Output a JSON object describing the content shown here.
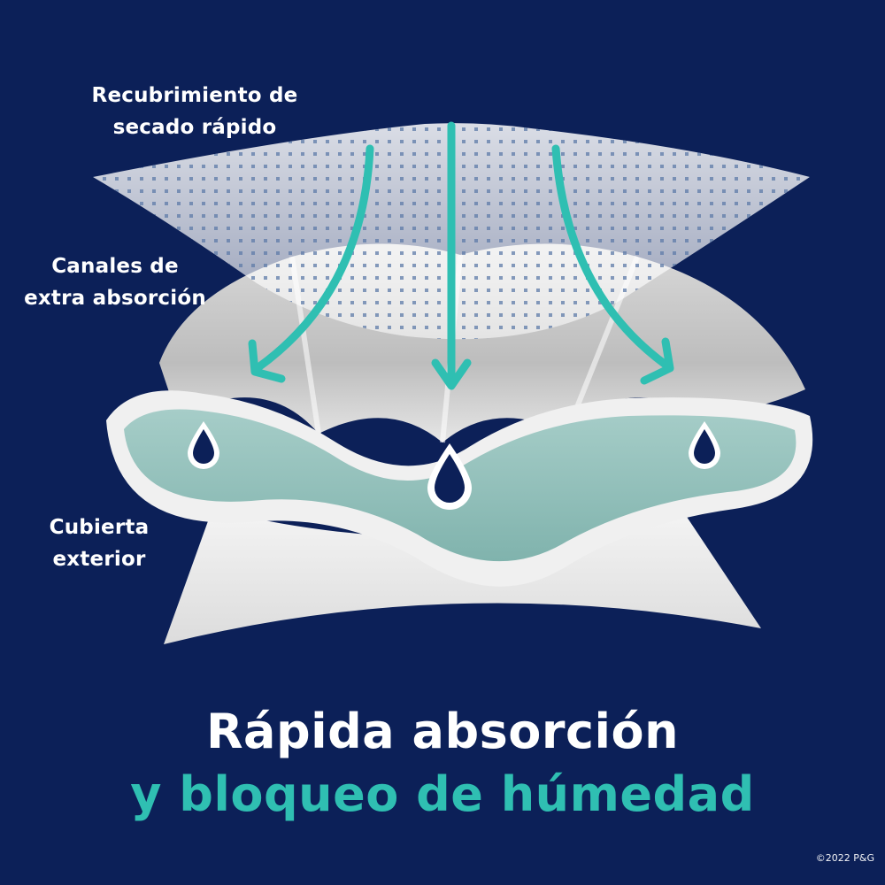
{
  "labels": {
    "top_line1": "Recubrimiento de",
    "top_line2": "secado rápido",
    "mid_line1": "Canales de",
    "mid_line2": "extra absorción",
    "bot_line1": "Cubierta",
    "bot_line2": "exterior"
  },
  "headline": {
    "line1": "Rápida absorción",
    "line2": "y bloqueo de húmedad"
  },
  "copyright": "©2022 P&G",
  "colors": {
    "background": "#0c2058",
    "accent": "#2fbfb2",
    "core": "#8fbfba"
  },
  "icons": [
    "water-drop-icon",
    "arrow-down-icon"
  ]
}
